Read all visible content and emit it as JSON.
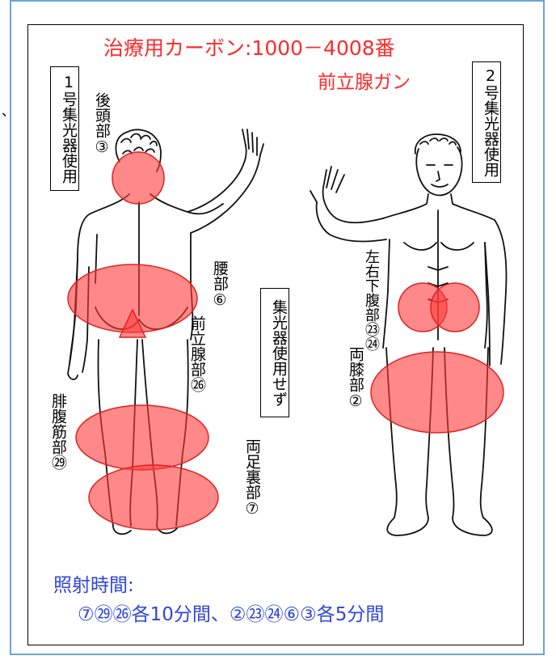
{
  "title": {
    "line1": "治療用カーボン:1000－4008番",
    "line2": "前立腺ガン"
  },
  "left_figure": {
    "collector_label": "1号集光器使用",
    "labels": {
      "back_of_head": "後頭部③",
      "lower_back": "腰部⑥",
      "prostate": "前立腺部㉖",
      "calf": "腓腹筋部㉙",
      "soles": "両足裏部⑦"
    }
  },
  "center_box": "集光器使用せず",
  "right_figure": {
    "collector_label": "2号集光器使用",
    "labels": {
      "lower_abdomen": "左右下腹部㉓㉔",
      "knees": "両膝部②"
    }
  },
  "footer": {
    "title": "照射時間:",
    "times": "⑦㉙㉖各10分間、②㉓㉔⑥③各5分間"
  },
  "colors": {
    "title": "#ff2a2a",
    "footer": "#2f46d8",
    "highlight": "#ff3b3b",
    "frame": "#6fa3d6"
  }
}
